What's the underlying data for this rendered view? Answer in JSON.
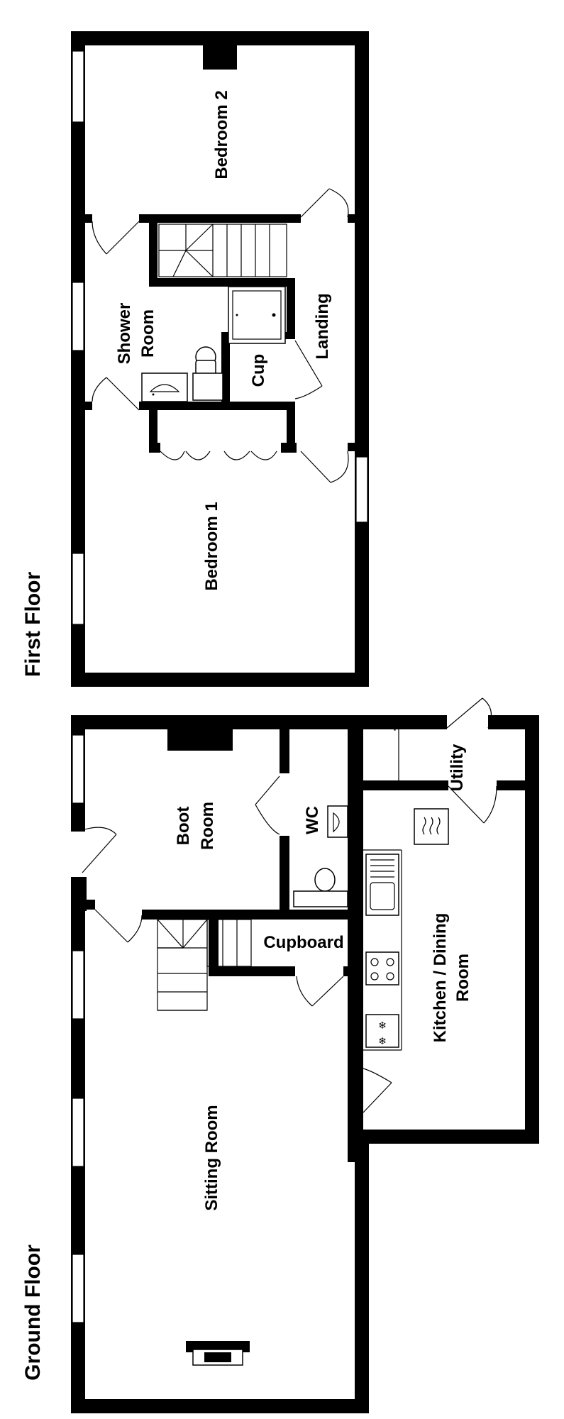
{
  "floors": {
    "first": "First Floor",
    "ground": "Ground Floor"
  },
  "rooms": {
    "bedroom2": "Bedroom 2",
    "shower_line1": "Shower",
    "shower_line2": "Room",
    "cup": "Cup",
    "landing": "Landing",
    "bedroom1": "Bedroom 1",
    "boot_line1": "Boot",
    "boot_line2": "Room",
    "wc": "WC",
    "utility": "Utility",
    "cupboard": "Cupboard",
    "kitchen_line1": "Kitchen / Dining",
    "kitchen_line2": "Room",
    "sitting": "Sitting Room"
  }
}
